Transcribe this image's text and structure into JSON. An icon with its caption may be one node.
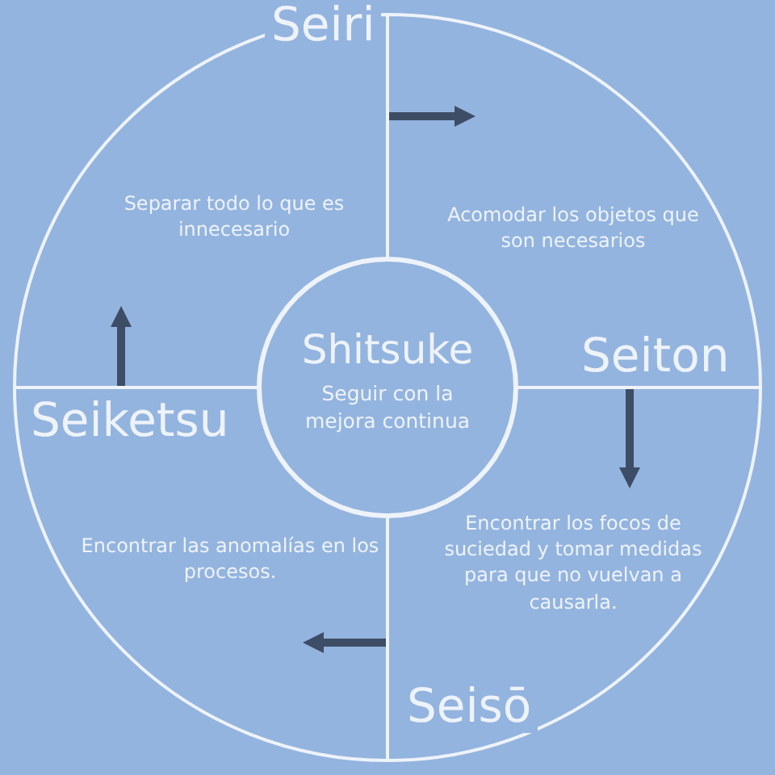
{
  "diagram": {
    "nodes": [
      {
        "text": [
          "Seiri",
          "Separar todo lo que es innecesario"
        ]
      },
      {
        "text": [
          "Acomodar los objetos que son necesarios",
          "Seiton"
        ]
      },
      {
        "text": [
          "Encontrar los focos de suciedad y tomar medidas para que no vuelvan a causarla.",
          "Seisō"
        ]
      },
      {
        "text": [
          "Seiketsu",
          "Encontrar las anomalías en los procesos."
        ]
      },
      {
        "text": [
          "Shitsuke",
          "Seguir con la mejora continua"
        ]
      }
    ],
    "edges": [
      {
        "from": 0,
        "to": 1,
        "arrow": "to"
      },
      {
        "from": 1,
        "to": 2,
        "arrow": "to"
      },
      {
        "from": 2,
        "to": 3,
        "arrow": "to"
      },
      {
        "from": 3,
        "to": 0,
        "arrow": "to"
      }
    ]
  }
}
